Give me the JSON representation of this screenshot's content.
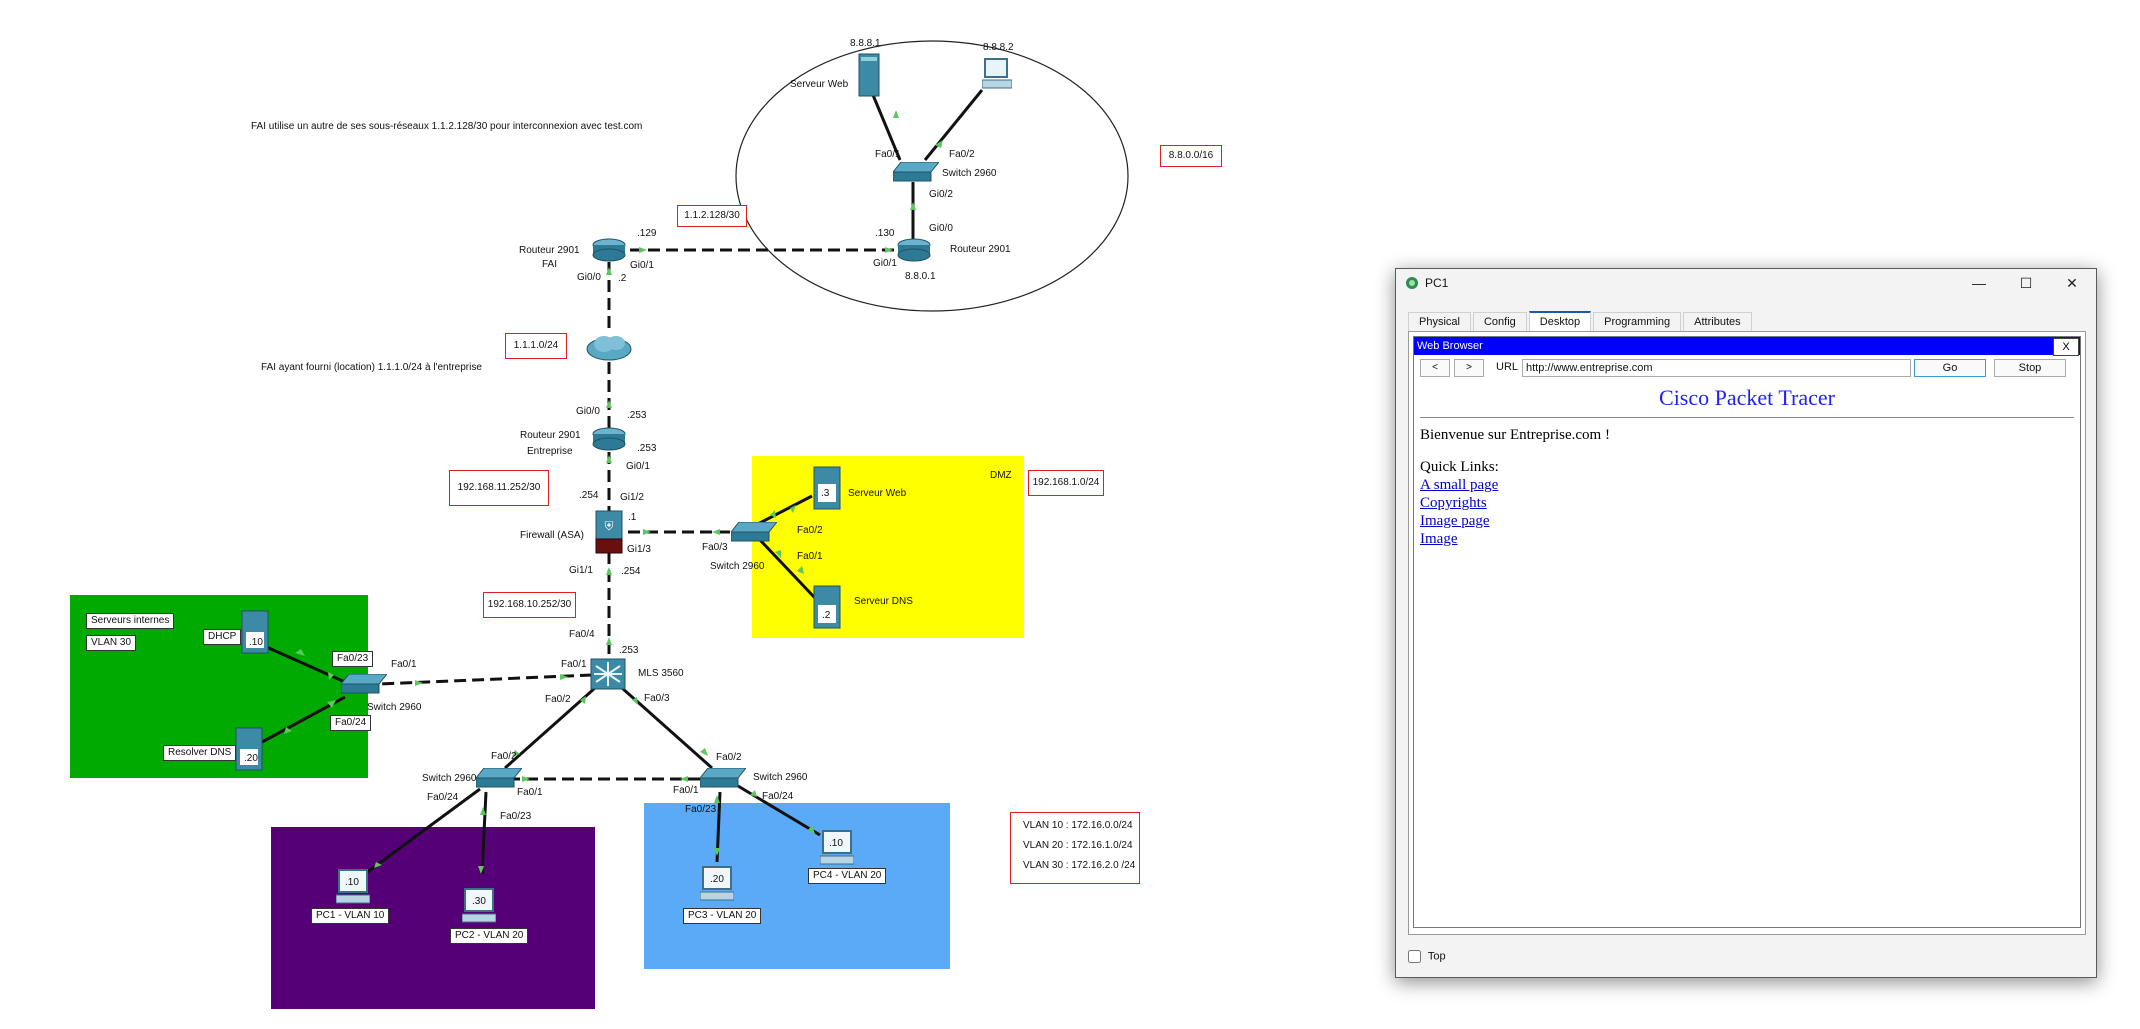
{
  "diagram": {
    "notes": {
      "fai_note": "FAI utilise un autre de ses sous-réseaux 1.1.2.128/30 pour interconnexion avec test.com",
      "fai_location": "FAI ayant fourni (location) 1.1.1.0/24 à l'entreprise"
    },
    "subnets": {
      "internet": "8.8.0.0/16",
      "fai_link": "1.1.2.128/30",
      "public": "1.1.1.0/24",
      "fw_link1": "192.168.11.252/30",
      "fw_link2": "192.168.10.252/30",
      "dmz": "192.168.1.0/24"
    },
    "vlans": [
      "VLAN 10 : 172.16.0.0/24",
      "VLAN 20 : 172.16.1.0/24",
      "VLAN 30 : 172.16.2.0 /24"
    ],
    "zones": {
      "dmz": "DMZ",
      "servers_title": "Serveurs internes",
      "servers_vlan": "VLAN 30"
    },
    "devices": {
      "web_internet": {
        "ip": "8.8.8.1",
        "label": "Serveur Web"
      },
      "pc_internet": {
        "ip": "8.8.8.2"
      },
      "sw_internet": {
        "label": "Switch 2960",
        "p1": "Fa0/1",
        "p2": "Fa0/2",
        "p3": "Gi0/2"
      },
      "r_internet": {
        "label": "Routeur 2901",
        "ip": "8.8.0.1",
        "p1": "Gi0/0",
        "p2": "Gi0/1",
        "host": ".130"
      },
      "r_fai": {
        "label1": "Routeur 2901",
        "label2": "FAI",
        "p1": "Gi0/1",
        "p2": "Gi0/0",
        "h1": ".129",
        "h2": ".2"
      },
      "r_ent": {
        "label1": "Routeur 2901",
        "label2": "Entreprise",
        "p1": "Gi0/0",
        "p2": "Gi0/1",
        "h1": ".253",
        "h2": ".253"
      },
      "fw": {
        "label": "Firewall (ASA)",
        "p1": "Gi1/2",
        "p2": "Gi1/3",
        "p3": "Gi1/1",
        "h1": ".254",
        "h2": ".1",
        "h3": ".254"
      },
      "sw_dmz": {
        "label": "Switch 2960",
        "p1": "Fa0/3",
        "p2": "Fa0/2",
        "p3": "Fa0/1"
      },
      "web_dmz": {
        "ip": ".3",
        "label": "Serveur Web"
      },
      "dns_dmz": {
        "ip": ".2",
        "label": "Serveur DNS"
      },
      "mls": {
        "label": "MLS 3560",
        "p1": "Fa0/4",
        "p2": "Fa0/1",
        "p3": "Fa0/2",
        "p4": "Fa0/3",
        "h": ".253"
      },
      "sw_srv": {
        "label": "Switch 2960",
        "p1": "Fa0/23",
        "p2": "Fa0/1",
        "p3": "Fa0/24"
      },
      "dhcp": {
        "label": "DHCP",
        "ip": ".10"
      },
      "resolver": {
        "label": "Resolver DNS",
        "ip": ".20"
      },
      "sw_a": {
        "label": "Switch 2960",
        "p1": "Fa0/2",
        "p2": "Fa0/24",
        "p3": "Fa0/1",
        "p4": "Fa0/23"
      },
      "sw_b": {
        "label": "Switch 2960",
        "p1": "Fa0/2",
        "p2": "Fa0/1",
        "p3": "Fa0/23",
        "p4": "Fa0/24"
      },
      "pc1": {
        "ip": ".10",
        "label": "PC1 - VLAN 10"
      },
      "pc2": {
        "ip": ".30",
        "label": "PC2 - VLAN 20"
      },
      "pc3": {
        "ip": ".20",
        "label": "PC3 - VLAN 20"
      },
      "pc4": {
        "ip": ".10",
        "label": "PC4 - VLAN 20"
      }
    },
    "colors": {
      "dmz": "#ffff00",
      "servers": "#00aa00",
      "purple": "#550077",
      "blue": "#5aaaf8",
      "link_arrow": "#5ac85a"
    }
  },
  "window": {
    "title": "PC1",
    "controls": {
      "minimize": "—",
      "maximize": "☐",
      "close": "✕"
    },
    "tabs": [
      "Physical",
      "Config",
      "Desktop",
      "Programming",
      "Attributes"
    ],
    "active_tab": "Desktop",
    "browser": {
      "header": "Web Browser",
      "close": "X",
      "back": "<",
      "forward": ">",
      "url_label": "URL",
      "url": "http://www.entreprise.com",
      "go": "Go",
      "stop": "Stop",
      "page_title": "Cisco Packet Tracer",
      "welcome": "Bienvenue sur Entreprise.com !",
      "quick_links": "Quick Links:",
      "links": [
        "A small page",
        "Copyrights",
        "Image page",
        "Image"
      ]
    },
    "top_label": "Top"
  }
}
